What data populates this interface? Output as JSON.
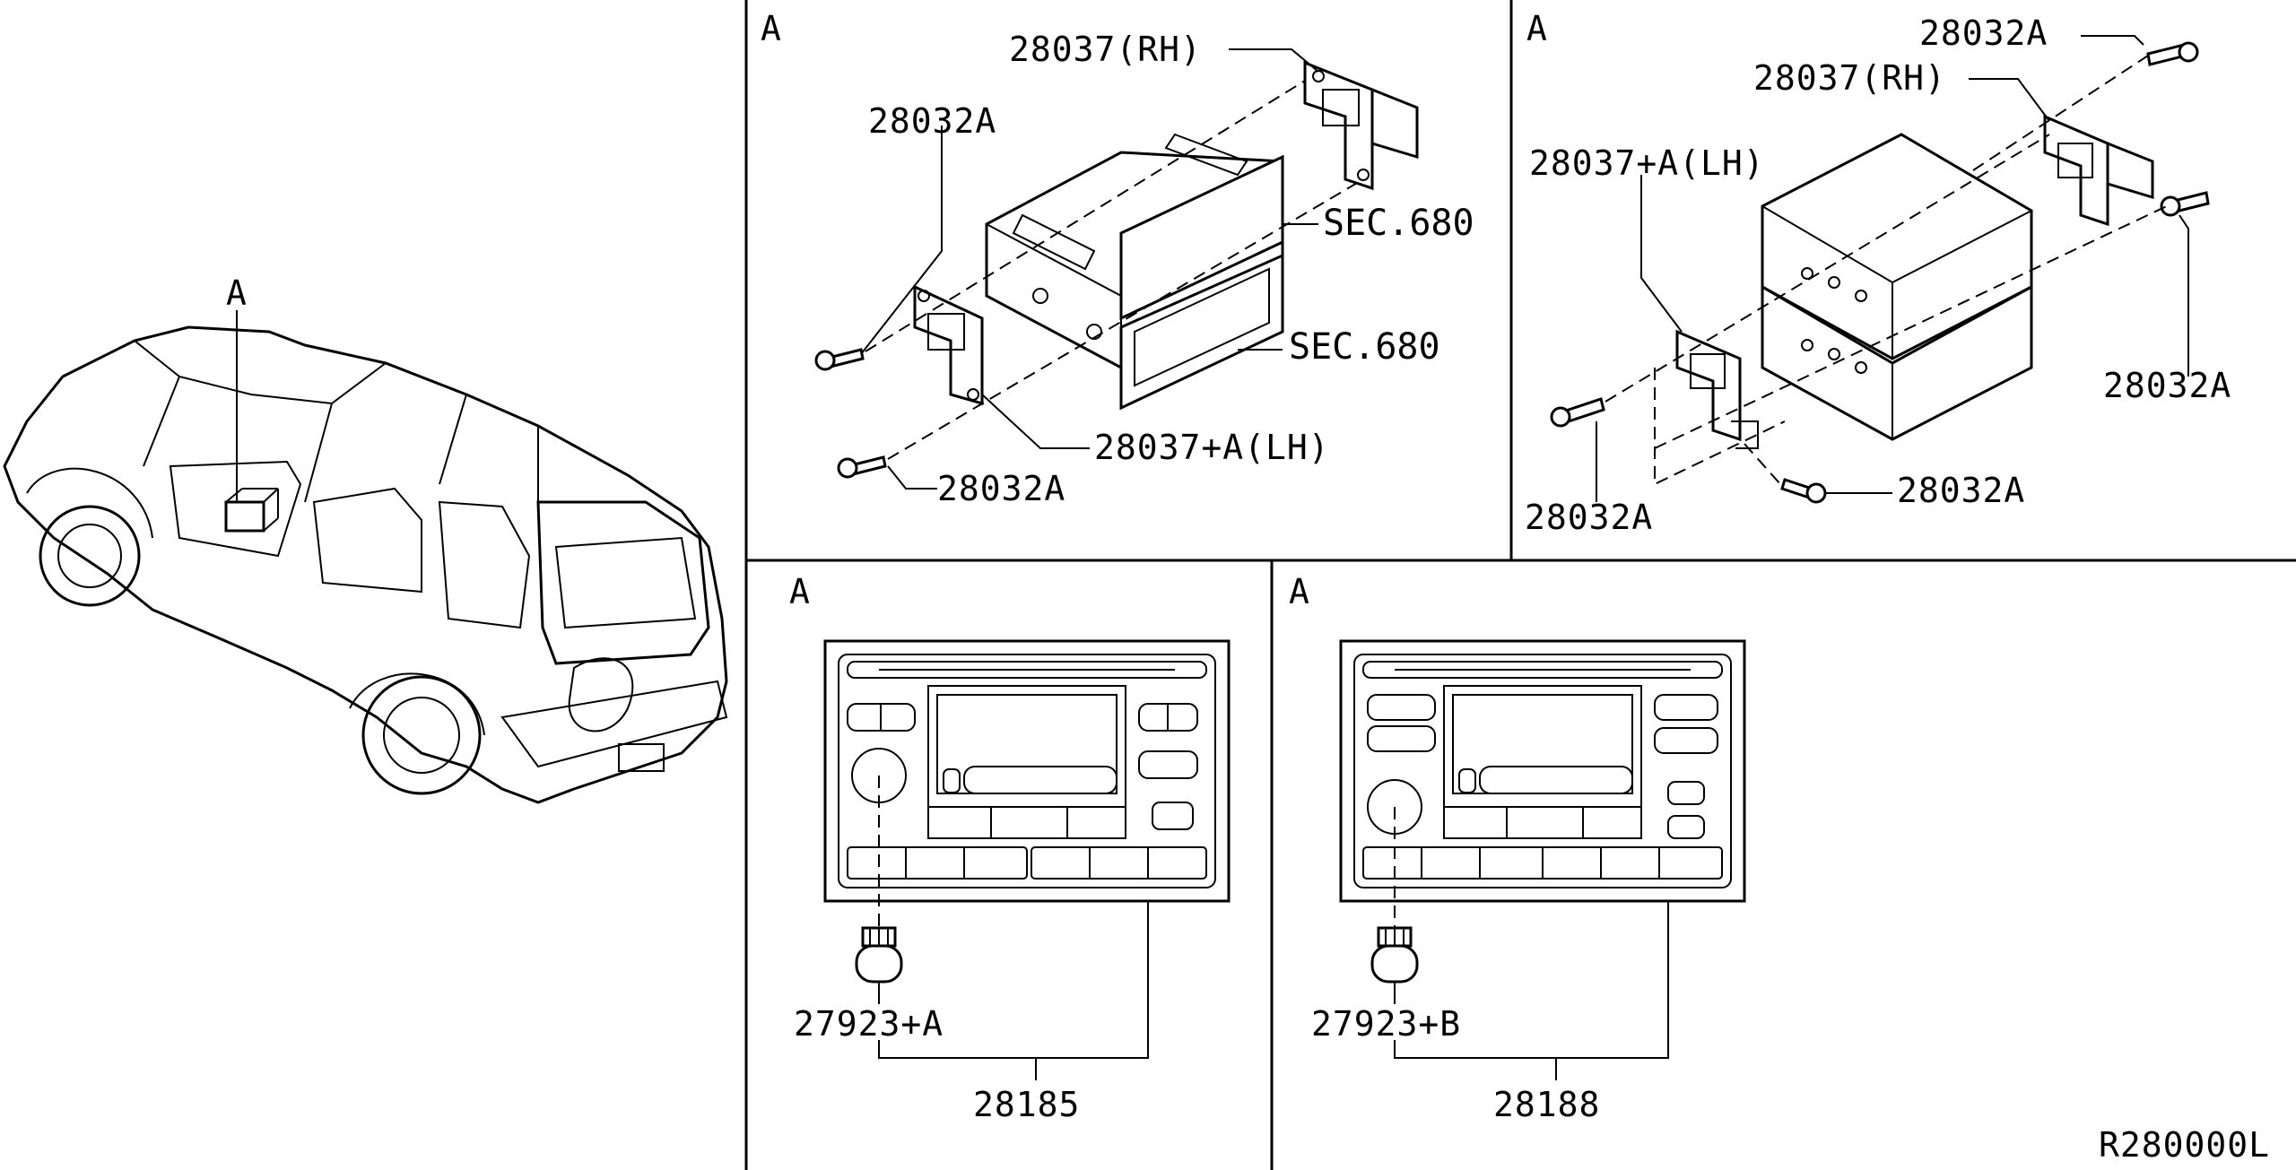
{
  "sections": {
    "vehicle": {
      "callout": "A"
    },
    "panel_top_mid": {
      "section": "A",
      "labels": {
        "bracket_rh": "28037(RH)",
        "screw_upper": "28032A",
        "sec_upper": "SEC.680",
        "sec_lower": "SEC.680",
        "bracket_lh": "28037+A(LH)",
        "screw_lower": "28032A"
      }
    },
    "panel_top_right": {
      "section": "A",
      "labels": {
        "screw_top": "28032A",
        "bracket_rh": "28037(RH)",
        "bracket_lh": "28037+A(LH)",
        "screw_right": "28032A",
        "screw_left": "28032A",
        "screw_bottom": "28032A"
      }
    },
    "panel_bottom_left": {
      "section": "A",
      "knob_label": "27923+A",
      "unit_label": "28185"
    },
    "panel_bottom_right": {
      "section": "A",
      "knob_label": "27923+B",
      "unit_label": "28188"
    }
  },
  "footer": {
    "ref_code": "R280000L"
  }
}
